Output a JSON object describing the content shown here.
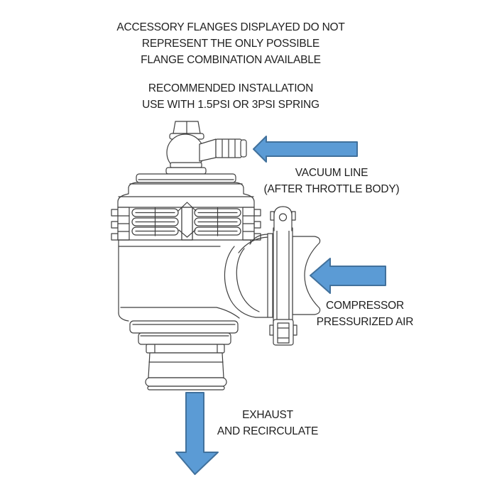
{
  "annotations": {
    "accessory_note": {
      "lines": [
        "ACCESSORY FLANGES DISPLAYED DO NOT",
        "REPRESENT THE ONLY POSSIBLE",
        "FLANGE COMBINATION AVAILABLE"
      ]
    },
    "install_note": {
      "lines": [
        "RECOMMENDED INSTALLATION",
        "USE WITH 1.5PSI OR 3PSI SPRING"
      ]
    },
    "vacuum_label": {
      "lines": [
        "VACUUM LINE",
        "(AFTER THROTTLE BODY)"
      ]
    },
    "compressor_label": {
      "lines": [
        "COMPRESSOR",
        "PRESSURIZED AIR"
      ]
    },
    "exhaust_label": {
      "lines": [
        "EXHAUST",
        "AND RECIRCULATE"
      ]
    }
  },
  "colors": {
    "arrow_fill": "#5b9bd5",
    "arrow_stroke": "#41719c",
    "line_art": "#3f3f3f",
    "text": "#1f1f1f",
    "background": "#ffffff"
  }
}
